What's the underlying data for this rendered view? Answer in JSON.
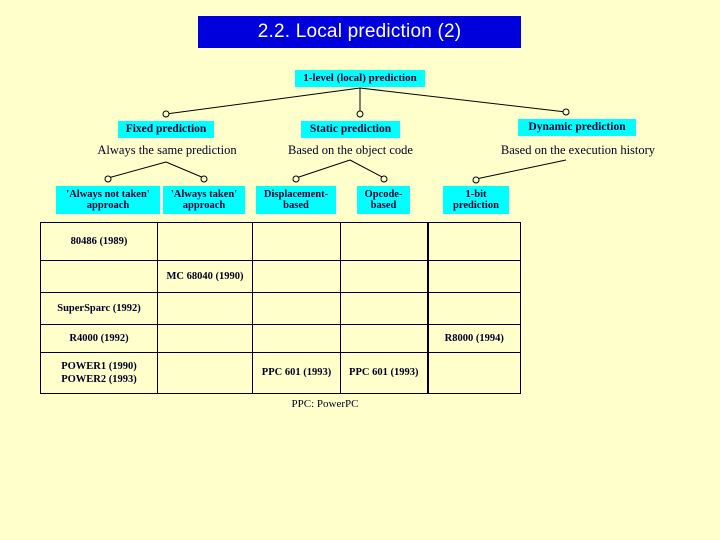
{
  "slide": {
    "background_color": "#FFFFCC",
    "title": {
      "text": "2.2. Local prediction (2)",
      "bar_color": "#0000DD",
      "text_color": "#FFFFFF"
    }
  },
  "diagram": {
    "node_fill_color": "#00FFFF",
    "node_text_color": "#000033",
    "connector_color": "#000000",
    "root": {
      "label": "1-level (local) prediction"
    },
    "level2": [
      {
        "id": "fixed",
        "label": "Fixed prediction",
        "caption": "Always the same prediction"
      },
      {
        "id": "static",
        "label": "Static prediction",
        "caption": "Based on the object code"
      },
      {
        "id": "dynamic",
        "label": "Dynamic prediction",
        "caption": "Based on the execution history"
      }
    ],
    "level3": [
      {
        "id": "always-not-taken",
        "label": "'Always not taken'\napproach"
      },
      {
        "id": "always-taken",
        "label": "'Always taken'\napproach"
      },
      {
        "id": "displacement-based",
        "label": "Displacement-\nbased"
      },
      {
        "id": "opcode-based",
        "label": "Opcode-\nbased"
      },
      {
        "id": "one-bit-prediction",
        "label": "1-bit\nprediction"
      }
    ]
  },
  "table": {
    "rows": [
      [
        "80486 (1989)",
        "",
        "",
        "",
        ""
      ],
      [
        "",
        "MC 68040 (1990)",
        "",
        "",
        ""
      ],
      [
        "SuperSparc (1992)",
        "",
        "",
        "",
        ""
      ],
      [
        "R4000 (1992)",
        "",
        "",
        "",
        "R8000 (1994)"
      ],
      [
        "POWER1 (1990)\nPOWER2 (1993)",
        "",
        "PPC 601 (1993)",
        "PPC 601 (1993)",
        ""
      ]
    ]
  },
  "footnote": {
    "text": "PPC: PowerPC"
  }
}
